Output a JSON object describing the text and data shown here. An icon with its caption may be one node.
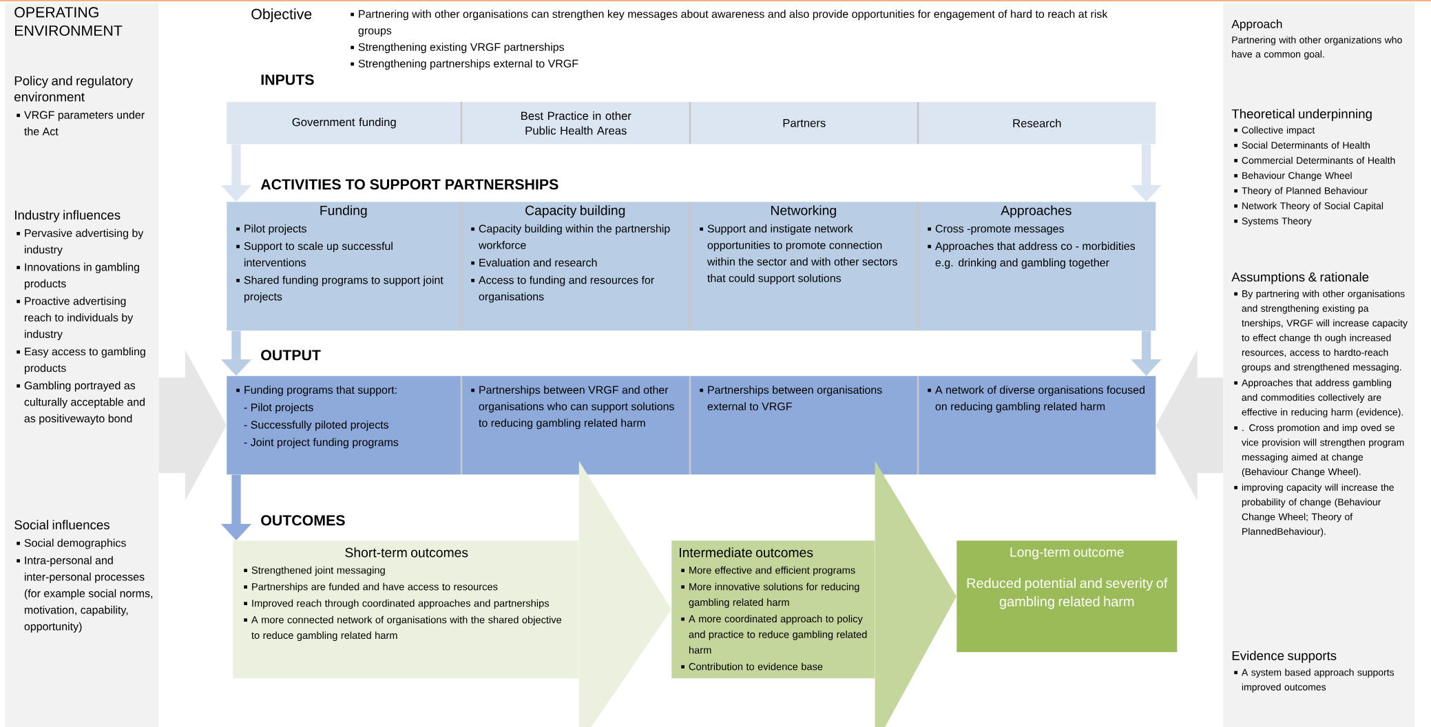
{
  "diagram": {
    "nodes": [
      {
        "text": [
          "OPERATING ENVIRONMENT",
          "Policy and regulatory environment",
          "VRGF parameters under the Act",
          "Industry influences",
          "Pervasive advertising by industry",
          "Innovations in gambling products",
          "Proactive advertising reach to individuals by industry",
          "Easy access to gambling products",
          "Gambling portrayed as culturally acceptable and as positivewayto bond",
          "Social influences",
          "Social demographics",
          "Intra-personal and inter-personal processes (for example social norms, motivation, capability, opportunity)"
        ]
      },
      {
        "text": [
          "Government funding"
        ]
      },
      {
        "text": [
          "Best Practice in other Public Health Areas"
        ]
      },
      {
        "text": [
          "Partners"
        ]
      },
      {
        "text": [
          "Research"
        ]
      },
      {
        "text": [
          "Funding",
          "Pilot projects",
          "Support to scale up successful interventions",
          "Shared funding programs to support joint projects"
        ]
      },
      {
        "text": [
          "Capacity building",
          "Capacity building within the partnership workforce",
          "Evaluation and research",
          "Access to funding and resources for organisations"
        ]
      },
      {
        "text": [
          "Networking",
          "Support and instigate network opportunities to promote connection within the sector and with other sectors that could support solutions"
        ]
      },
      {
        "text": [
          "Approaches",
          "Cross -promote messages",
          "Approaches that address co - morbidities e.g. drinking and gambling together"
        ]
      },
      {
        "text": [
          "Funding programs that support:",
          "- Pilot projects",
          "- Successfully piloted projects",
          "- Joint project funding programs"
        ]
      },
      {
        "text": [
          "Partnerships between VRGF and other organisations who can support solutions to reducing gambling related harm"
        ]
      },
      {
        "text": [
          "Partnerships between organisations external to VRGF"
        ]
      },
      {
        "text": [
          "A network of diverse organisations focused on reducing gambling related harm"
        ]
      },
      {
        "text": [
          "Short-term outcomes",
          "Strengthened joint messaging",
          "Partnerships are funded and have access to resources",
          "Improved reach through coordinated approaches and partnerships",
          "A more connected network of organisations with the shared objective to reduce gambling related harm"
        ]
      },
      {
        "text": [
          "Intermediate outcomes",
          "More effective and efficient programs",
          "More innovative solutions for reducing gambling related harm",
          "A more coordinated approach to policy and practice to reduce gambling related harm",
          "Contribution to evidence base"
        ]
      },
      {
        "text": [
          "Long-term outcome",
          "Reduced potential and severity of gambling related harm"
        ]
      },
      {
        "text": [
          "Approach",
          "Partnering with other organizations who have a common goal.",
          "Theoretical underpinning",
          "Collective impact",
          "Social Determinants of Health",
          "Commercial Determinants of Health",
          "Behaviour Change Wheel",
          "Theory of Planned Behaviour",
          "Network Theory of Social Capital",
          "Systems Theory",
          "Assumptions & rationale",
          "By partnering with other organisations and strengthening existing pa tnerships, VRGF will increase capacity to effect change th ough increased resources, access to hardto-reach groups and strengthened messaging.",
          "Approaches that address gambling and commodities collectively are effective in reducing harm (evidence).",
          ". Cross promotion and imp oved se vice provision will strengthen program messaging aimed at change (Behaviour Change Wheel).",
          "improving capacity will increase the probability of change (Behaviour Change Wheel; Theory of PlannedBehaviour).",
          "Evidence supports",
          "A system based approach supports improved outcomes"
        ]
      }
    ],
    "edges": [
      {
        "from": 1,
        "to": 5,
        "arrow": "to",
        "color": "#dce6f2"
      },
      {
        "from": 4,
        "to": 8,
        "arrow": "to",
        "color": "#dce6f2"
      },
      {
        "from": 5,
        "to": 9,
        "arrow": "to",
        "color": "#b9cde5"
      },
      {
        "from": 8,
        "to": 12,
        "arrow": "to",
        "color": "#b9cde5"
      },
      {
        "from": 9,
        "to": 13,
        "arrow": "to",
        "color": "#8eaadb"
      },
      {
        "from": 0,
        "to": 9,
        "arrow": "to",
        "style": "thick",
        "color": "#e6e6e6"
      },
      {
        "from": 16,
        "to": 12,
        "arrow": "to",
        "style": "thick",
        "color": "#e6e6e6"
      },
      {
        "from": 13,
        "to": 14,
        "arrow": "to",
        "style": "thick",
        "color": "#ebf1de"
      },
      {
        "from": 14,
        "to": 15,
        "arrow": "to",
        "style": "thick",
        "color": "#c3d69b"
      }
    ],
    "labels": [
      "Objective",
      "Partnering with other organisations can strengthen key messages about awareness and also provide opportunities for engagement of hard to reach at risk groups",
      "Strengthening existing VRGF partnerships",
      "Strengthening partnerships external to VRGF",
      "INPUTS",
      "ACTIVITIES TO SUPPORT PARTNERSHIPS",
      "OUTPUT",
      "OUTCOMES"
    ]
  }
}
